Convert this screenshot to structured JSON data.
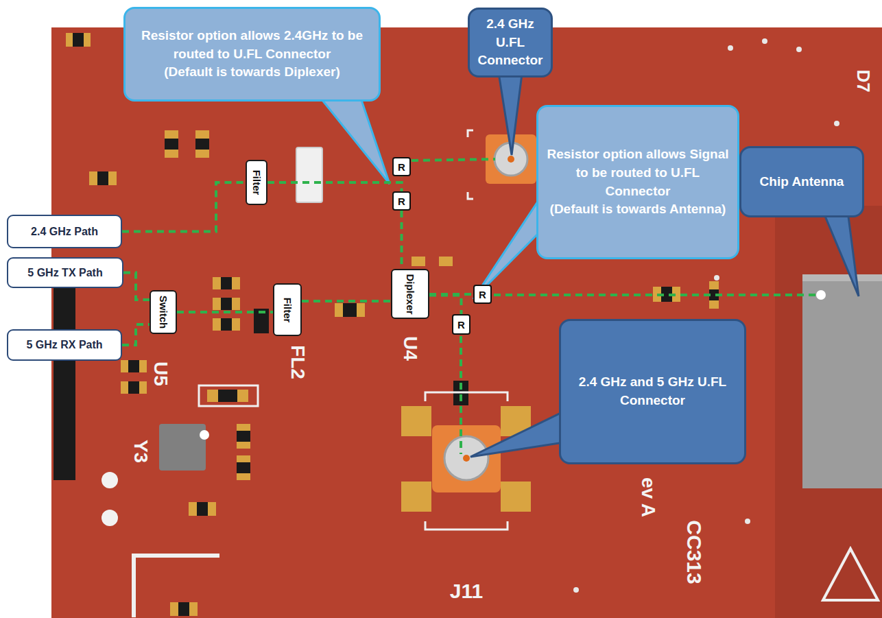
{
  "diagram": {
    "nodes": [
      {
        "text": [
          "Resistor option allows 2.4GHz to be routed to U.FL Connector",
          "(Default is towards Diplexer)"
        ]
      },
      {
        "text": [
          "2.4 GHz U.FL Connector"
        ]
      },
      {
        "text": [
          "Resistor option allows Signal to be routed to U.FL Connector",
          "(Default is towards Antenna)"
        ]
      },
      {
        "text": [
          "Chip Antenna"
        ]
      },
      {
        "text": [
          "Filter"
        ]
      },
      {
        "text": [
          "R"
        ]
      },
      {
        "text": [
          "R"
        ]
      },
      {
        "text": [
          "2.4 GHz Path"
        ]
      },
      {
        "text": [
          "5 GHz TX Path"
        ]
      },
      {
        "text": [
          "Switch"
        ]
      },
      {
        "text": [
          "Filter"
        ]
      },
      {
        "text": [
          "Diplexer"
        ]
      },
      {
        "text": [
          "R"
        ]
      },
      {
        "text": [
          "R"
        ]
      },
      {
        "text": [
          "5 GHz RX Path"
        ]
      },
      {
        "text": [
          "2.4 GHz and 5 GHz U.FL Connector"
        ]
      }
    ],
    "edges": [
      {
        "from": 7,
        "to": 4,
        "arrow": "none"
      },
      {
        "from": 8,
        "to": 9,
        "arrow": "none"
      },
      {
        "from": 14,
        "to": 9,
        "arrow": "none"
      },
      {
        "from": 9,
        "to": 10,
        "arrow": "none"
      },
      {
        "from": 4,
        "to": 5,
        "arrow": "none"
      },
      {
        "from": 4,
        "to": 6,
        "arrow": "none"
      },
      {
        "from": 6,
        "to": 11,
        "arrow": "none"
      },
      {
        "from": 10,
        "to": 11,
        "arrow": "none"
      },
      {
        "from": 11,
        "to": 12,
        "arrow": "none"
      },
      {
        "from": 11,
        "to": 13,
        "arrow": "none"
      }
    ],
    "labels": [
      "D7",
      "U5",
      "FL2",
      "U4",
      "Y3",
      "J11",
      "ev A",
      "CC313"
    ]
  }
}
